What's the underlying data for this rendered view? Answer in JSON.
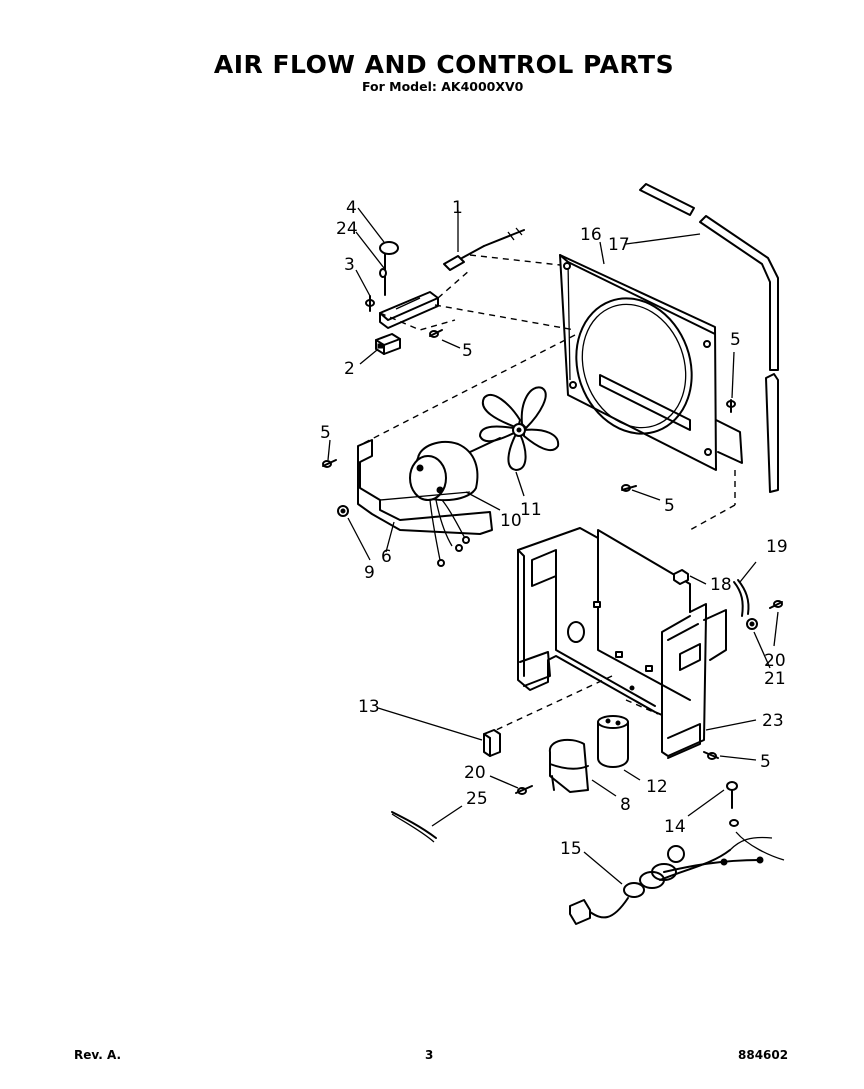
{
  "header": {
    "title": "AIR FLOW AND CONTROL PARTS",
    "subtitle": "For Model: AK4000XV0"
  },
  "footer": {
    "revision": "Rev. A.",
    "page_number": "3",
    "document_number": "884602"
  },
  "callouts": {
    "c1": "1",
    "c2": "2",
    "c3": "3",
    "c4": "4",
    "c24": "24",
    "c5a": "5",
    "c5b": "5",
    "c5c": "5",
    "c5d": "5",
    "c5e": "5",
    "c16": "16",
    "c17": "17",
    "c11": "11",
    "c10": "10",
    "c9": "9",
    "c6": "6",
    "c19": "19",
    "c18": "18",
    "c20a": "20",
    "c21": "21",
    "c23": "23",
    "c13": "13",
    "c12": "12",
    "c20b": "20",
    "c8": "8",
    "c25": "25",
    "c14": "14",
    "c15": "15"
  }
}
